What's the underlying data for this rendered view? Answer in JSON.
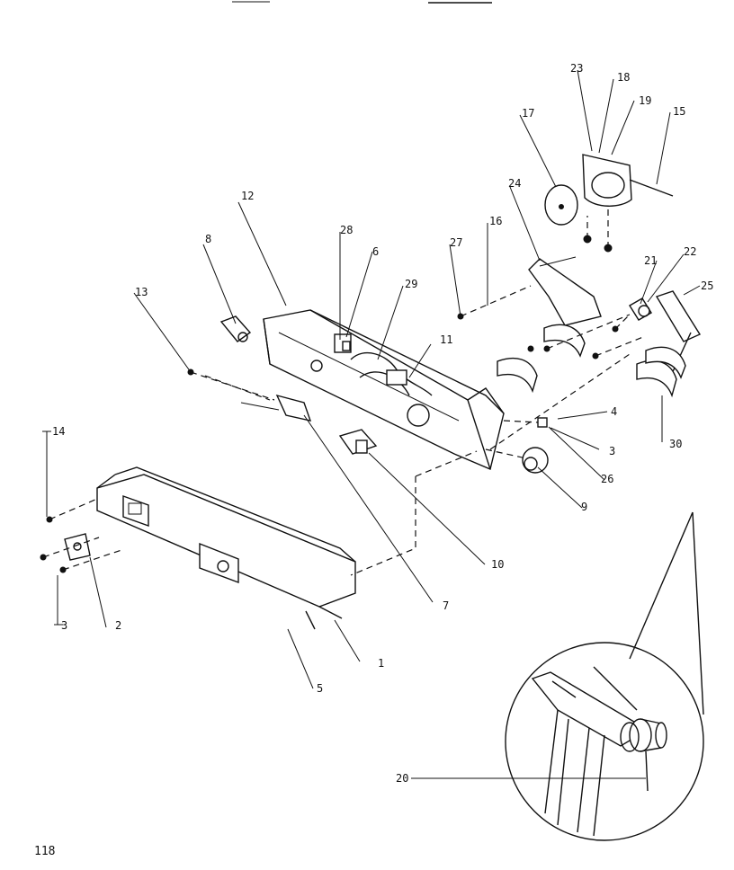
{
  "page_number": "118",
  "callouts": {
    "c1": "1",
    "c2": "2",
    "c3a": "3",
    "c3b": "3",
    "c4": "4",
    "c5": "5",
    "c6": "6",
    "c7": "7",
    "c8": "8",
    "c9": "9",
    "c10": "10",
    "c11": "11",
    "c12": "12",
    "c13": "13",
    "c14": "14",
    "c15": "15",
    "c16": "16",
    "c17": "17",
    "c18": "18",
    "c19": "19",
    "c20": "20",
    "c21": "21",
    "c22": "22",
    "c23": "23",
    "c24": "24",
    "c25": "25",
    "c26": "26",
    "c27": "27",
    "c28": "28",
    "c29": "29",
    "c30": "30"
  }
}
